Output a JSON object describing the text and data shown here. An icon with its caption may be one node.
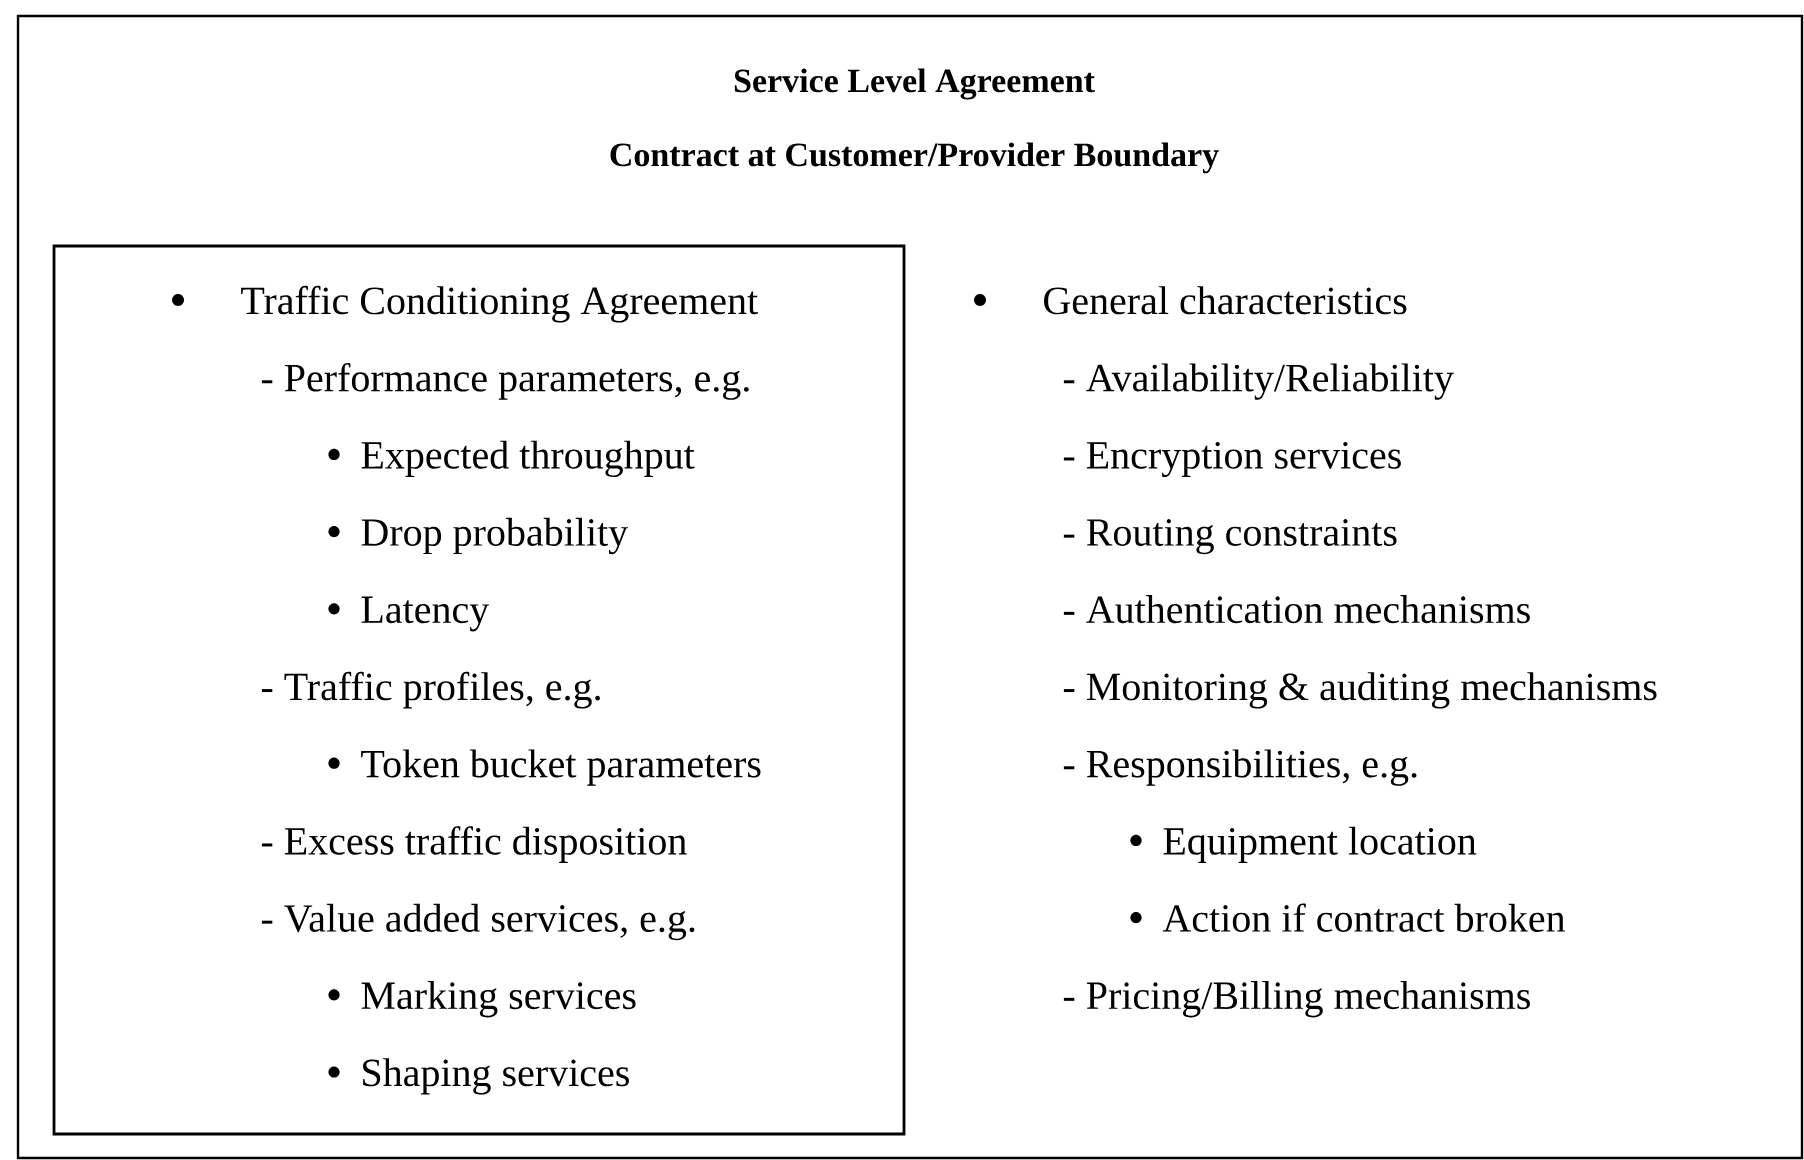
{
  "diagram": {
    "nodes": [
      {
        "text": [
          "Service Level Agreement",
          "Contract at Customer/Provider Boundary",
          "General characteristics",
          "- Availability/Reliability",
          "- Encryption services",
          "- Routing constraints",
          "- Authentication mechanisms",
          "- Monitoring & auditing mechanisms",
          "- Responsibilities, e.g.",
          "Equipment location",
          "Action if contract broken",
          "- Pricing/Billing mechanisms"
        ]
      },
      {
        "text": [
          "Traffic Conditioning Agreement",
          "- Performance parameters, e.g.",
          "Expected throughput",
          "Drop probability",
          "Latency",
          "- Traffic profiles, e.g.",
          "Token bucket parameters",
          "- Excess traffic disposition",
          "- Value added services, e.g.",
          "Marking services",
          "Shaping services"
        ],
        "in": 0
      }
    ]
  }
}
